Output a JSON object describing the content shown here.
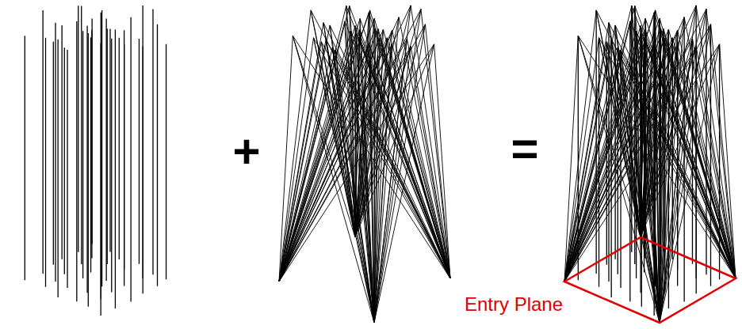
{
  "diagram": {
    "labels": [
      "+",
      "=",
      "Entry Plane"
    ]
  }
}
